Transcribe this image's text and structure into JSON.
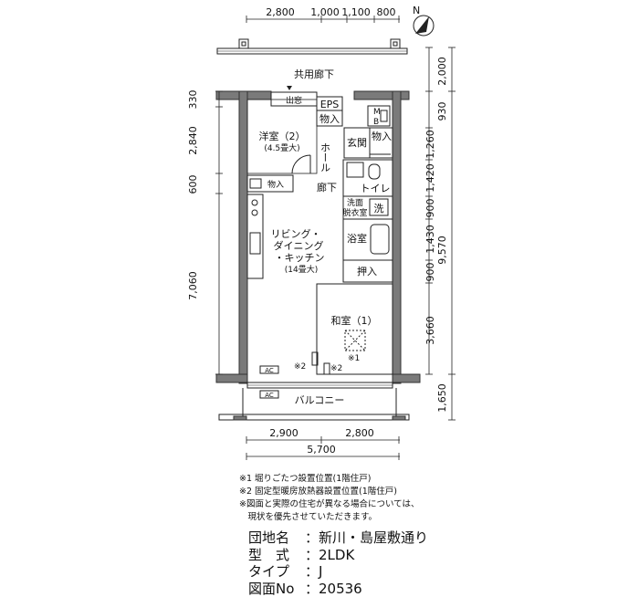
{
  "dims": {
    "top": [
      "2,800",
      "1,000",
      "1,100",
      "800"
    ],
    "right": [
      "2,000",
      "930",
      "1,260",
      "1,420",
      "900",
      "1,430",
      "9,570",
      "900",
      "3,660",
      "1,650"
    ],
    "left": [
      "330",
      "2,840",
      "600",
      "7,060"
    ],
    "bottom": [
      "2,900",
      "2,800"
    ],
    "bottom_total": "5,700"
  },
  "compass": "N",
  "rooms": {
    "corridor": "共用廊下",
    "storage_top": "出窓",
    "eps": "EPS",
    "closet_top": "物入",
    "mb": "M\nB",
    "closet_entrance": "物入",
    "entrance": "玄関",
    "hall": "ホール",
    "western_name": "洋室（2）",
    "western_size": "(4.5畳大)",
    "closet_western": "物入",
    "corridor_inner": "廊下",
    "toilet": "トイレ",
    "washroom_1": "洗面",
    "washroom_2": "脱衣室",
    "washer": "洗",
    "bath": "浴室",
    "ldk_1": "リビング・",
    "ldk_2": "ダイニング",
    "ldk_3": "・キッチン",
    "ldk_size": "(14畳大)",
    "oshiire": "押入",
    "japanese": "和室（1）",
    "mark1": "※1",
    "mark2a": "※2",
    "mark2b": "※2",
    "ac1": "AC",
    "ac2": "AC",
    "balcony": "バルコニー"
  },
  "notes": [
    "※1 堀りごたつ設置位置(1階住戸)",
    "※2 固定型暖房放熱器設置位置(1階住戸)",
    "※図面と実際の住宅が異なる場合については、",
    "　現状を優先させていただきます。"
  ],
  "info": [
    {
      "label": "団地名",
      "value": "：新川・島屋敷通り"
    },
    {
      "label": "型　式",
      "value": "：2LDK"
    },
    {
      "label": "タイプ",
      "value": "：J"
    },
    {
      "label": "図面No",
      "value": "：20536"
    }
  ]
}
